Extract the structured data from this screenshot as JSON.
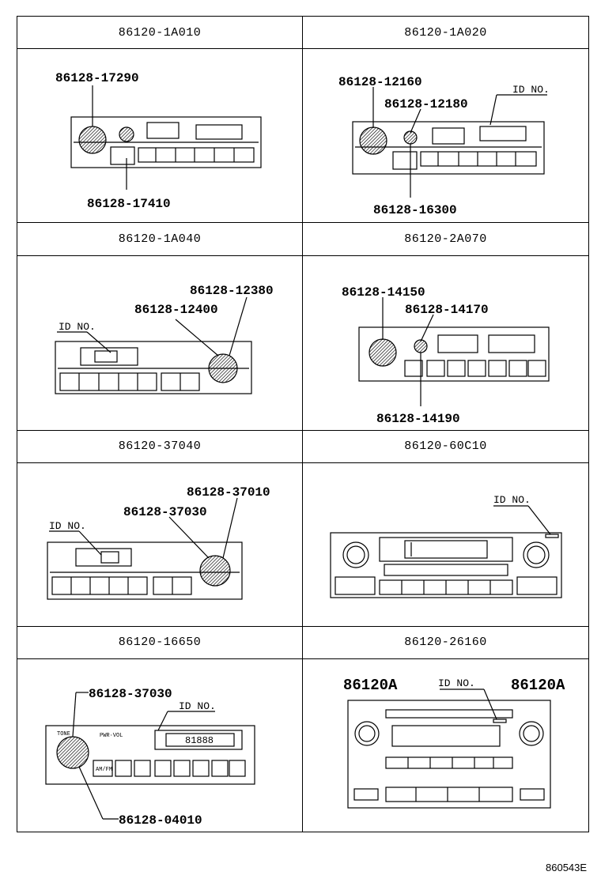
{
  "rows": [
    {
      "left": {
        "part": "86120-1A010"
      },
      "right": {
        "part": "86120-1A020"
      }
    },
    {
      "left": {
        "part": "86120-1A040"
      },
      "right": {
        "part": "86120-2A070"
      }
    },
    {
      "left": {
        "part": "86120-37040"
      },
      "right": {
        "part": "86120-60C10"
      }
    },
    {
      "left": {
        "part": "86120-16650"
      },
      "right": {
        "part": "86120-26160"
      }
    }
  ],
  "callouts": {
    "c1": [
      "86128-17290",
      "86128-17410"
    ],
    "c2": [
      "86128-12160",
      "86128-12180",
      "86128-16300",
      "ID NO."
    ],
    "c3": [
      "86128-12380",
      "86128-12400",
      "ID NO."
    ],
    "c4": [
      "86128-14150",
      "86128-14170",
      "86128-14190"
    ],
    "c5": [
      "86128-37010",
      "86128-37030",
      "ID NO."
    ],
    "c6": [
      "ID NO."
    ],
    "c7": [
      "86128-37030",
      "ID NO.",
      "86128-04010",
      "TONE",
      "PWR·VOL",
      "AM/FM",
      "81888"
    ],
    "c8": [
      "86120A",
      "ID NO.",
      "86120A"
    ]
  },
  "footer": "860543E"
}
